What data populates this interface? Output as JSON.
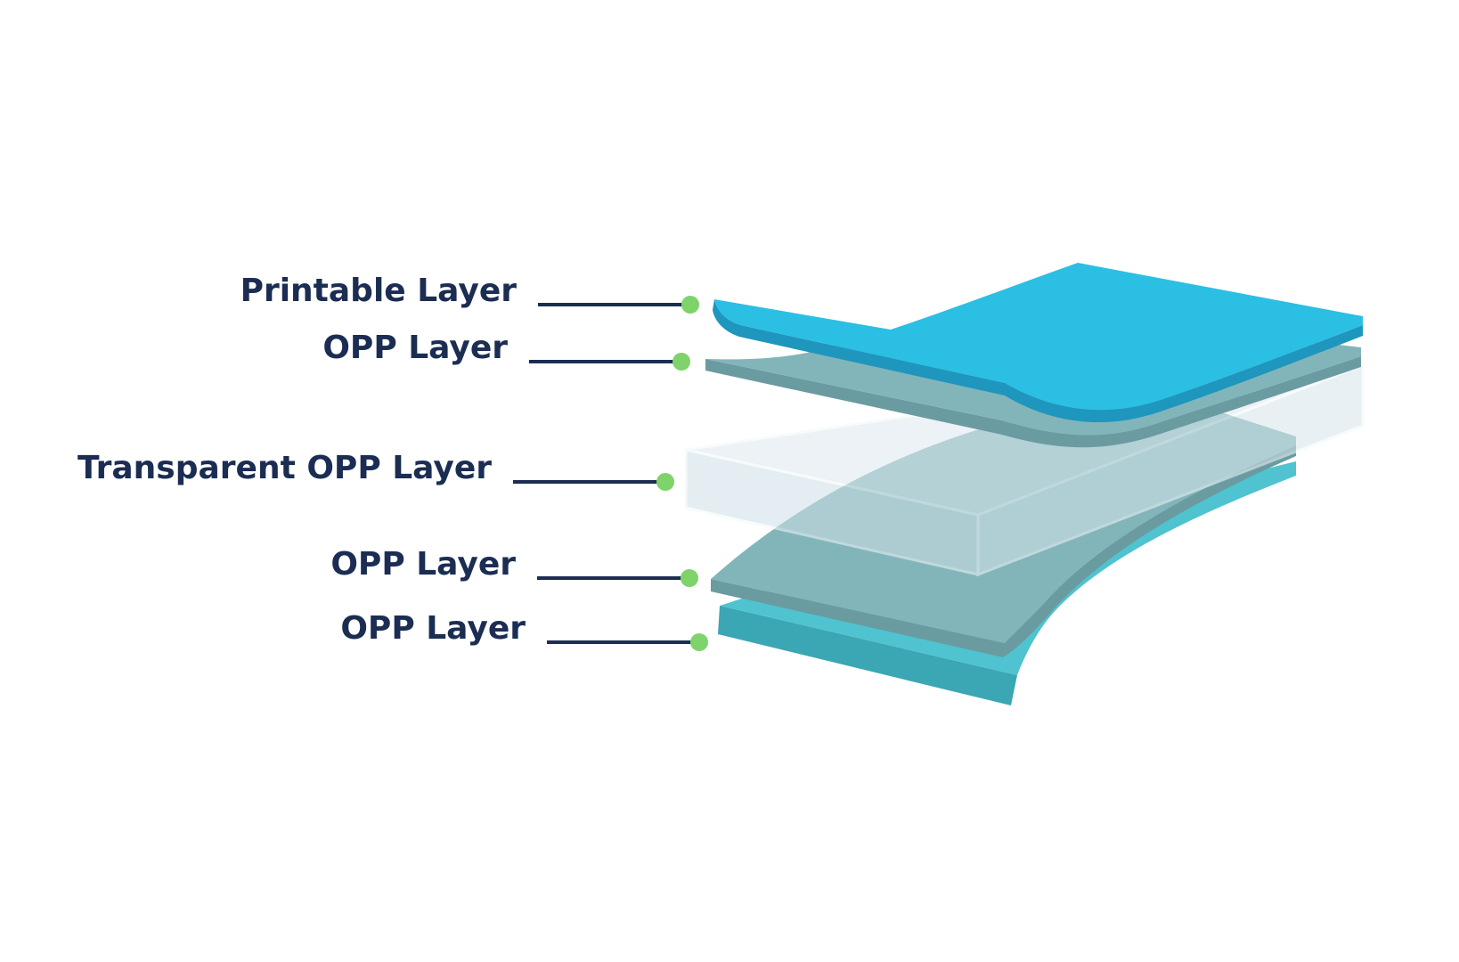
{
  "diagram": {
    "layers": [
      {
        "id": "printable",
        "label": "Printable Layer"
      },
      {
        "id": "opp-1",
        "label": "OPP Layer"
      },
      {
        "id": "transparent-opp",
        "label": "Transparent OPP Layer"
      },
      {
        "id": "opp-2",
        "label": "OPP Layer"
      },
      {
        "id": "opp-3",
        "label": "OPP Layer"
      }
    ],
    "colors": {
      "label_text": "#1b2d52",
      "leader_line": "#1b2d52",
      "connector_dot": "#7ed36b",
      "printable_top": "#2bbfe4",
      "printable_side": "#1e96bd",
      "opp_top": "#82b5ba",
      "opp_side": "#6a9ba1",
      "transparent_fill": "#dde9ee",
      "transparent_edge": "#f2f8fa",
      "bottom_top": "#4fc3cf",
      "bottom_side": "#3ba6b4"
    }
  }
}
